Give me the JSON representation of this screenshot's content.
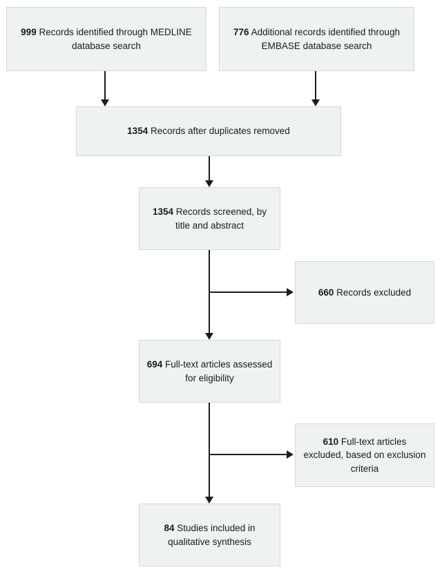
{
  "diagram": {
    "type": "prisma-flow-diagram",
    "title": "",
    "colors": {
      "box_fill": "#eef2f3",
      "box_border": "#d5d8d9",
      "connector": "#1b1b1b",
      "text": "#1a1a1a",
      "background": "#ffffff"
    },
    "boxes": {
      "medline": {
        "count": "999",
        "label": " Records identified through MEDLINE database search",
        "full_text": "999 Records identified through MEDLINE database search"
      },
      "embase": {
        "count": "776",
        "label": " Additional records identified through EMBASE database search",
        "full_text": "776 Additional records identified through EMBASE database search"
      },
      "duplicates": {
        "count": "1354",
        "label": " Records after duplicates removed",
        "full_text": "1354 Records after duplicates removed"
      },
      "screened": {
        "count": "1354",
        "label": " Records screened, by title and abstract",
        "full_text": "1354 Records screened, by title and abstract"
      },
      "excluded_records": {
        "count": "660",
        "label": " Records excluded",
        "full_text": "660 Records excluded"
      },
      "eligibility": {
        "count": "694",
        "label": " Full-text articles assessed for eligibility",
        "full_text": "694 Full-text articles assessed for eligibility"
      },
      "excluded_fulltext": {
        "count": "610",
        "label": " Full-text articles excluded, based on exclusion criteria",
        "full_text": "610 Full-text articles excluded, based on exclusion criteria"
      },
      "included": {
        "count": "84",
        "label": " Studies included in qualitative synthesis",
        "full_text": "84 Studies included in qualitative synthesis"
      }
    },
    "connectors": [
      {
        "name": "medline-to-duplicates",
        "kind": "arrow-down"
      },
      {
        "name": "embase-to-duplicates",
        "kind": "arrow-down"
      },
      {
        "name": "duplicates-to-screened",
        "kind": "arrow-down"
      },
      {
        "name": "screened-to-eligibility",
        "kind": "arrow-down"
      },
      {
        "name": "screened-to-excluded",
        "kind": "arrow-right"
      },
      {
        "name": "eligibility-to-included",
        "kind": "arrow-down"
      },
      {
        "name": "eligibility-to-excluded",
        "kind": "arrow-right"
      }
    ]
  }
}
